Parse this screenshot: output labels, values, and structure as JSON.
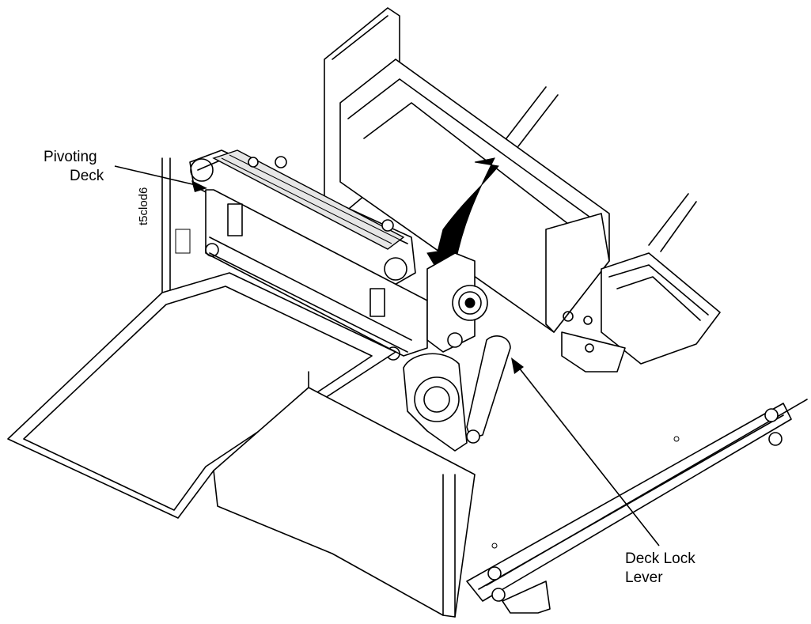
{
  "figure_code": "t5clod6",
  "callouts": {
    "pivoting_deck": {
      "line1": "Pivoting",
      "line2": "Deck"
    },
    "deck_lock_lever": {
      "line1": "Deck Lock",
      "line2": "Lever"
    }
  },
  "colors": {
    "ink": "#000000",
    "paper": "#ffffff",
    "shade": "#e6e6e6"
  }
}
